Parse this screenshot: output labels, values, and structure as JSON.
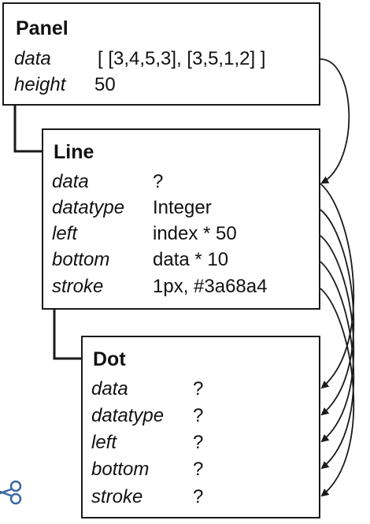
{
  "panel": {
    "title": "Panel",
    "props": [
      {
        "name": "data",
        "value": "[ [3,4,5,3], [3,5,1,2] ]"
      },
      {
        "name": "height",
        "value": "50"
      }
    ]
  },
  "line": {
    "title": "Line",
    "props": [
      {
        "name": "data",
        "value": "?"
      },
      {
        "name": "datatype",
        "value": "Integer"
      },
      {
        "name": "left",
        "value": "index * 50"
      },
      {
        "name": "bottom",
        "value": "data * 10"
      },
      {
        "name": "stroke",
        "value": "1px, #3a68a4"
      }
    ]
  },
  "dot": {
    "title": "Dot",
    "props": [
      {
        "name": "data",
        "value": "?"
      },
      {
        "name": "datatype",
        "value": "?"
      },
      {
        "name": "left",
        "value": "?"
      },
      {
        "name": "bottom",
        "value": "?"
      },
      {
        "name": "stroke",
        "value": "?"
      }
    ]
  },
  "colors": {
    "ink": "#1a1a1a",
    "logo_blue": "#3a68a4"
  },
  "icons": {
    "logo": "scissors-logo-icon"
  }
}
